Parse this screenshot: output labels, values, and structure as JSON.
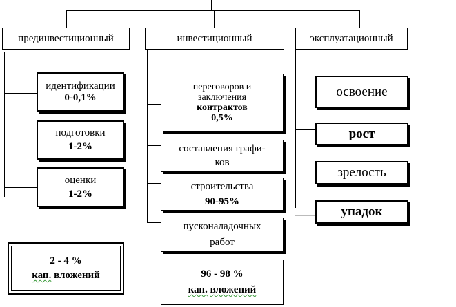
{
  "phases": {
    "pre": {
      "title": "прединвестиционный",
      "items": [
        {
          "label": "идентификации",
          "value": "0-0,1%"
        },
        {
          "label": "подготовки",
          "value": "1-2%"
        },
        {
          "label": "оценки",
          "value": "1-2%"
        }
      ],
      "total": {
        "line1": "2 - 4 %",
        "line2a": "кап.",
        "line2b": "вложений"
      }
    },
    "inv": {
      "title": "инвестиционный",
      "items": [
        {
          "label_lines": [
            "переговоров и",
            "заключения"
          ],
          "label_bold": "контрактов",
          "value": "0,5%"
        },
        {
          "label_lines": [
            "составления графи-",
            "ков"
          ]
        },
        {
          "label": "строительства",
          "value": "90-95%"
        },
        {
          "label_lines": [
            "пусконаладочных",
            "работ"
          ]
        }
      ],
      "total": {
        "line1": "96 - 98 %",
        "line2a": "кап.",
        "line2b": "вложений"
      }
    },
    "exp": {
      "title": "эксплуатационный",
      "items": [
        "освоение",
        "рост",
        "зрелость",
        "упадок"
      ]
    }
  }
}
